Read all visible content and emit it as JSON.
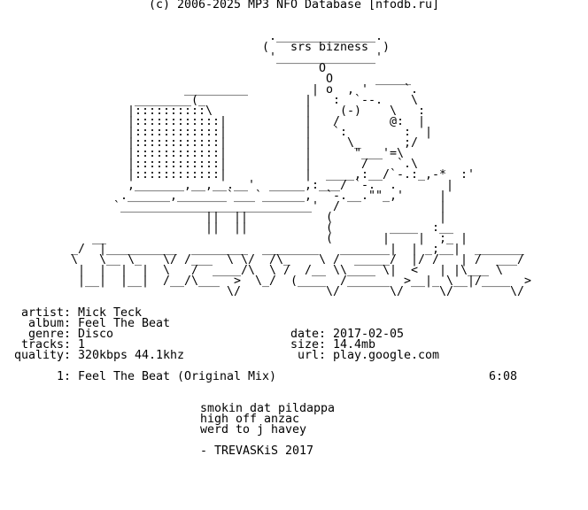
{
  "header": {
    "text": "(c) 2006-2025 MP3 NFO Database [nfodb.ru]",
    "color": "#ff0000"
  },
  "art": {
    "speech_bubble": "srs bizness",
    "logo_text": "trevaskis",
    "lines": [
      "",
      "",
      "",
      "                                      .______________.",
      "                                     (   srs bizness  )",
      "                                      '______________'",
      "                                             O",
      "                                              O      _____",
      "                          _________         | o  , '     `.",
      "                   ________(_              |   :  `--.    \\",
      "                  |::::::::::\\             |    (-)    \\   :",
      "                  |::::::::::::|           |   /       @:  |",
      "                  |::::::::::::|           |   `:        :  |",
      "                  |::::::::::::|           |     \\_      ;/",
      "                  |::::::::::::|           |      \"___'=\\",
      "                  |::::::::::::|           |       /    `.\\",
      "                  |::::::::::::|           |  ____,:__/`-.:_,-*  :'",
      "                  ,_______,__,__.__'  _____,:___/ `-.  .       |",
      "                 .______,_______`___`______,  `-.__.\"\"_,'     |",
      "                `___________________________'  /              |",
      "                             ||  ||           (               |",
      "                             ||  ||           (        ____  :__",
      "             __                               (       |    |  ;_ |",
      "          _/  |__________  ________  ________   _______|  | _;__|  _______",
      "          \\   \\__ \\_   \\/ /___  \\ \\/  /\\_    \\ /  _____/  |/ /   | /  ___/",
      "           |  |  |  |  \\   /  ____/\\  \\ /  /__ \\\\____ \\|  <   | |\\___ \\",
      "           |__|  |__|  /__/\\___  >  \\_/  (____  /______  >__|_ \\__|/____  >",
      "                                \\/            \\/       \\/     \\/        \\/"
    ]
  },
  "info": {
    "left": [
      {
        "label": "artist:",
        "value": "Mick Teck"
      },
      {
        "label": "album:",
        "value": "Feel The Beat"
      },
      {
        "label": "genre:",
        "value": "Disco"
      },
      {
        "label": "tracks:",
        "value": "1"
      },
      {
        "label": "quality:",
        "value": "320kbps 44.1khz"
      }
    ],
    "right": [
      {
        "label": "date:",
        "value": "2017-02-05"
      },
      {
        "label": "size:",
        "value": "14.4mb"
      },
      {
        "label": "url:",
        "value": "play.google.com"
      }
    ]
  },
  "tracklist": [
    {
      "number": "1:",
      "title": "Feel The Beat (Original Mix)",
      "duration": "6:08"
    }
  ],
  "notes": [
    "smokin dat pildappa",
    "high off anzac",
    "werd to j havey"
  ],
  "signature": "- TREVASKiS 2017"
}
